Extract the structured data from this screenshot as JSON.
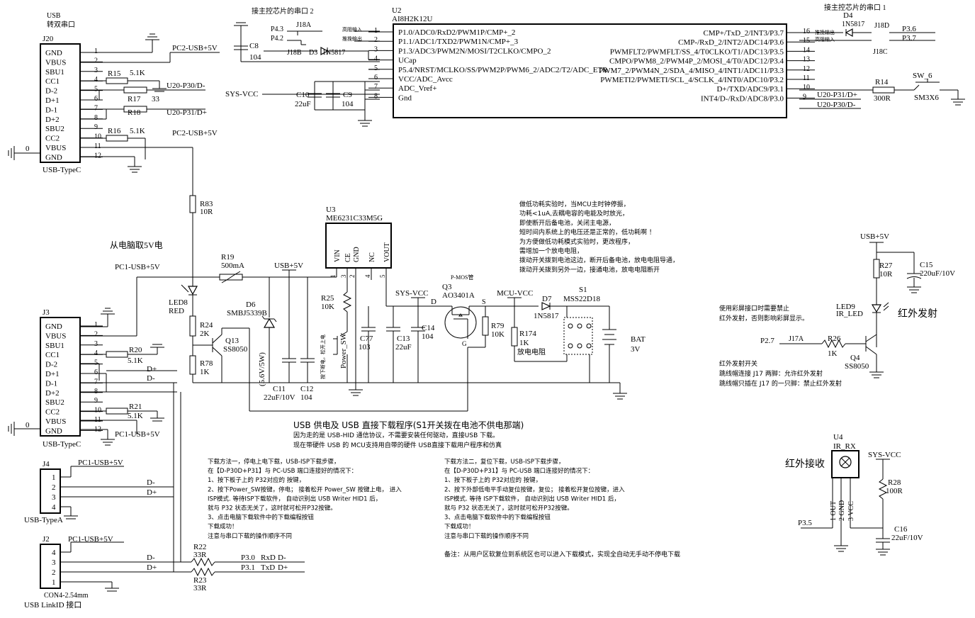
{
  "usb_label": "USB",
  "dual_serial": "转双串口",
  "j20": {
    "ref": "J20",
    "pins": [
      "GND",
      "VBUS",
      "SBU1",
      "CC1",
      "D-2",
      "D+1",
      "D-1",
      "D+2",
      "SBU2",
      "CC2",
      "VBUS",
      "GND"
    ],
    "nums": [
      "1",
      "2",
      "3",
      "4",
      "5",
      "6",
      "7",
      "8",
      "9",
      "10",
      "11",
      "12"
    ],
    "type": "USB-TypeC"
  },
  "j3": {
    "ref": "J3",
    "pins": [
      "GND",
      "VBUS",
      "SBU1",
      "CC1",
      "D-2",
      "D+1",
      "D-1",
      "D+2",
      "SBU2",
      "CC2",
      "VBUS",
      "GND"
    ],
    "nums": [
      "1",
      "2",
      "3",
      "4",
      "5",
      "6",
      "7",
      "8",
      "9",
      "10",
      "11",
      "12"
    ],
    "type": "USB-TypeC"
  },
  "j4": {
    "ref": "J4",
    "nums": [
      "1",
      "2",
      "3",
      "4"
    ],
    "type": "USB-TypeA"
  },
  "j2": {
    "ref": "J2",
    "nums": [
      "4",
      "3",
      "2",
      "1"
    ],
    "type": "CON4-2.54mm",
    "subtitle": "USB LinkID 接口"
  },
  "nets": {
    "pc2_5v": "PC2-USB+5V",
    "pc1_5v": "PC1-USB+5V",
    "u20_p30": "U20-P30/D-",
    "u20_p31": "U20-P31/D+",
    "u20_p31b": "U20-P31/D+",
    "u20_p30b": "U20-P30/D-",
    "sys_vcc": "SYS-VCC",
    "usb_5v": "USB+5V",
    "mcu_vcc": "MCU-VCC",
    "dp": "D+",
    "dm": "D-",
    "p30": "P3.0",
    "p31": "P3.1",
    "rxd": "RxD",
    "txd": "TxD",
    "p36": "P3.6",
    "p37": "P3.7",
    "p27": "P2.7",
    "p35": "P3.5",
    "p43": "P4.3",
    "p42": "P4.2",
    "zero": "0"
  },
  "resistors": {
    "r15": "R15",
    "r15v": "5.1K",
    "r17": "R17",
    "r17v": "33",
    "r18": "R18",
    "r18v": "33",
    "r16": "R16",
    "r16v": "5.1K",
    "r83": "R83",
    "r83v": "10R",
    "r20": "R20",
    "r20v": "5.1K",
    "r21": "R21",
    "r21v": "5.1K",
    "r22": "R22",
    "r22v": "33R",
    "r23": "R23",
    "r23v": "33R",
    "r19": "R19",
    "r19v": "500mA",
    "r24": "R24",
    "r24v": "2K",
    "r78": "R78",
    "r78v": "1K",
    "r25": "R25",
    "r25v": "10K",
    "r79": "R79",
    "r79v": "10K",
    "r174": "R174",
    "r174v": "1K",
    "r14": "R14",
    "r14v": "300R",
    "r27": "R27",
    "r27v": "10R",
    "r26": "R26",
    "r26v": "1K",
    "r28": "R28",
    "r28v": "100R",
    "r174_note": "放电电阻"
  },
  "caps": {
    "c8": "C8",
    "c8v": "104",
    "c10": "C10",
    "c10v": "22uF",
    "c9": "C9",
    "c9v": "104",
    "c11": "C11",
    "c11v": "22uF/10V",
    "c12": "C12",
    "c12v": "104",
    "c77": "C77",
    "c77v": "103",
    "c13": "C13",
    "c13v": "22uF",
    "c14": "C14",
    "c14v": "104",
    "c15": "C15",
    "c15v": "220uF/10V",
    "c16": "C16",
    "c16v": "22uF/10V"
  },
  "u2": {
    "ref": "U2",
    "part": "AI8H2K12U",
    "left": [
      "P1.0/ADC0/RxD2/PWM1P/CMP+_2",
      "P1.1/ADC1/TXD2/PWM1N/CMP+_3",
      "P1.3/ADC3/PWM2N/MOSI/T2CLKO/CMPO_2",
      "UCap",
      "P5.4/NRST/MCLKO/SS/PWM2P/PWM6_2/ADC2/T2/ADC_ETR",
      "VCC/ADC_Avcc",
      "ADC_Vref+",
      "Gnd"
    ],
    "left_nums": [
      "1",
      "2",
      "3",
      "4",
      "5",
      "6",
      "7",
      "8"
    ],
    "right": [
      "CMP+/TxD_2/INT3/P3.7",
      "CMP-/RxD_2/INT2/ADC14/P3.6",
      "PWMFLT2/PWMFLT/SS_4/T0CLKO/T1/ADC13/P3.5",
      "CMPO/PWM8_2/PWM4P_2/MOSI_4/T0/ADC12/P3.4",
      "PWM7_2/PWM4N_2/SDA_4/MISO_4/INT1/ADC11/P3.3",
      "PWMETI2/PWMETI/SCL_4/SCLK_4/INT0/ADC10/P3.2",
      "D+/TXD/ADC9/P3.1",
      "INT4/D-/RxD/ADC8/P3.0"
    ],
    "right_nums": [
      "16",
      "15",
      "14",
      "13",
      "12",
      "11",
      "10",
      "9"
    ]
  },
  "u3": {
    "ref": "U3",
    "part": "ME6231C33M5G",
    "pins": [
      "VIN",
      "CE",
      "GND",
      "NC",
      "VOUT"
    ],
    "nums": [
      "1",
      "3",
      "2",
      "4",
      "5"
    ]
  },
  "u4": {
    "ref": "U4",
    "part": "IR_RX",
    "pins": [
      "1 OUT",
      "2 GND",
      "3 VCC"
    ]
  },
  "parts": {
    "j18a": "J18A",
    "j18b": "J18B",
    "d3": "D3",
    "d3v": "1N5817",
    "d4": "D4",
    "d4v": "1N5817",
    "j18d": "J18D",
    "j18c": "J18C",
    "push_out": "推挽输出",
    "high_in": "高阻输入",
    "led8": "LED8",
    "led8v": "RED",
    "d6": "D6",
    "d6v": "SMBJ5339B",
    "d6note": "(5.6V/5W)",
    "q13": "Q13",
    "q13v": "SS8050",
    "q3": "Q3",
    "q3v": "AO3401A",
    "q3type": "P-MOS管",
    "d7": "D7",
    "d7v": "1N5817",
    "s1": "S1",
    "s1v": "MSS22D18",
    "bat": "BAT",
    "batv": "3V",
    "sw6": "SW_6",
    "sw6v": "SM3X6",
    "power_sw": "Power_SW",
    "psw_note": "按下断电，松开上电",
    "led9": "LED9",
    "led9v": "IR_LED",
    "q4": "Q4",
    "q4v": "SS8050",
    "j17a": "J17A",
    "pin_s": "S",
    "pin_d": "D",
    "pin_g": "G"
  },
  "labels": {
    "main_serial2": "接主控芯片的串口 2",
    "main_serial1": "接主控芯片的串口 1",
    "from_pc": "从电脑取5V电",
    "ir_tx": "红外发射",
    "ir_rx": "红外接收",
    "ir_note1": "使用彩屏接口时需要禁止",
    "ir_note2": "红外发射，否则影响彩屏显示。",
    "ir_sw1": "红外发射开关",
    "ir_sw2": "跳线帽连接 J17 两脚：允许红外发射",
    "ir_sw3": "跳线帽只插在 J17 的一只脚：禁止红外发射"
  },
  "lowpower_note": [
    "做低功耗实验时，当MCU主时钟停振，",
    "功耗<1uA,去耦电容的电能及时放光，",
    "即使断开后备电池，关闭主电源，",
    "短时间内系统上的电压还是正常的，低功耗啊 ！",
    "为方便做低功耗模式实验时，更改程序，",
    "需增加一个放电电阻，",
    "拨动开关拨到电池这边，断开后备电池，放电电阻导通，",
    "拨动开关拨到另外一边，接通电池，放电电阻断开"
  ],
  "usb_section": {
    "title": "USB 供电及 USB 直接下载程序(S1开关拨在电池不供电那端)",
    "line1": "因为走的是 USB-HID 通信协议，不需要安装任何驱动，直接USB 下载。",
    "line2": "现在带硬件 USB 的 MCU支持用自带的硬件 USB直接下载用户程序和仿真"
  },
  "method1": [
    "下载方法一，停电上电下载，USB-ISP下载步骤，",
    "在【D-P30D+P31】与 PC-USB 端口连接好的情况下：",
    "1、按下板子上的 P32对应的 按键，",
    "2、按下Power_SW按键，停电； 接着松开 Power_SW 按键上电， 进入",
    "   ISP模式. 等待ISP下载软件， 自动识别出  USB Writer HID1 后，",
    "   就与 P32 状态无关了，这时就可松开P32按键。",
    "3、点击电脑下载软件中的下载编程按钮",
    "   下载成功！",
    "   注意与串口下载的操作顺序不同"
  ],
  "method2": [
    "下载方法二，复位下载，USB-ISP下载步骤，",
    "在【D-P30D+P31】与 PC-USB 端口连接好的情况下：",
    "1、按下板子上的 P32对应的 按键，",
    "2、按下外部低电平手动复位按键，复位； 接着松开复位按键，进入",
    "   ISP模式. 等待 ISP下载软件， 自动识别出  USB Writer HID1 后，",
    "   就与 P32 状态无关了，这时就可松开P32按键。",
    "3、点击电脑下载软件中的下载编程按钮",
    "   下载成功！",
    "   注意与串口下载的操作顺序不同"
  ],
  "footer_note": "备注：从用户区软复位到系统区也可以进入下载模式，实现全自动无手动不停电下载"
}
